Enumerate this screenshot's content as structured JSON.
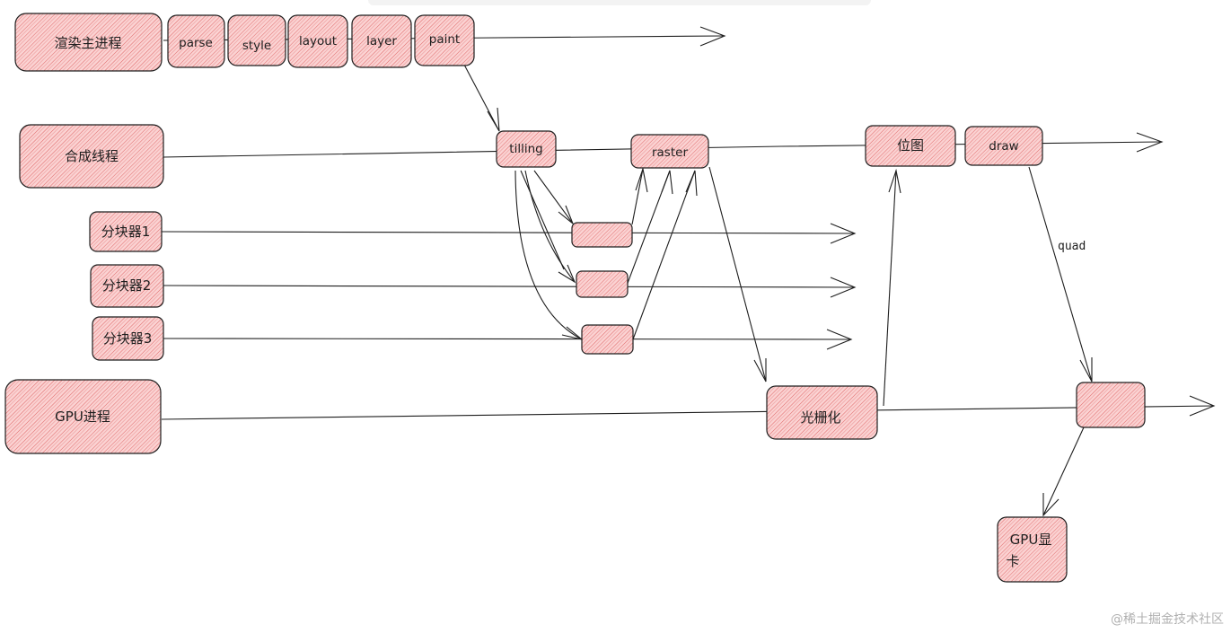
{
  "colors": {
    "node_fill": "#fbd3d3",
    "hatch": "#e06b6b",
    "stroke": "#1e1e1e"
  },
  "nodes": {
    "render_main": "渲染主进程",
    "parse": "parse",
    "style": "style",
    "layout": "layout",
    "layer": "layer",
    "paint": "paint",
    "compositor": "合成线程",
    "tilling": "tilling",
    "raster": "raster",
    "bitmap": "位图",
    "draw": "draw",
    "tiler1": "分块器1",
    "tiler2": "分块器2",
    "tiler3": "分块器3",
    "gpu_process": "GPU进程",
    "rasterize": "光栅化",
    "gpu_card_line1": "GPU显",
    "gpu_card_line2": "卡"
  },
  "edge_labels": {
    "quad": "quad"
  },
  "watermark": "@稀土掘金技术社区"
}
